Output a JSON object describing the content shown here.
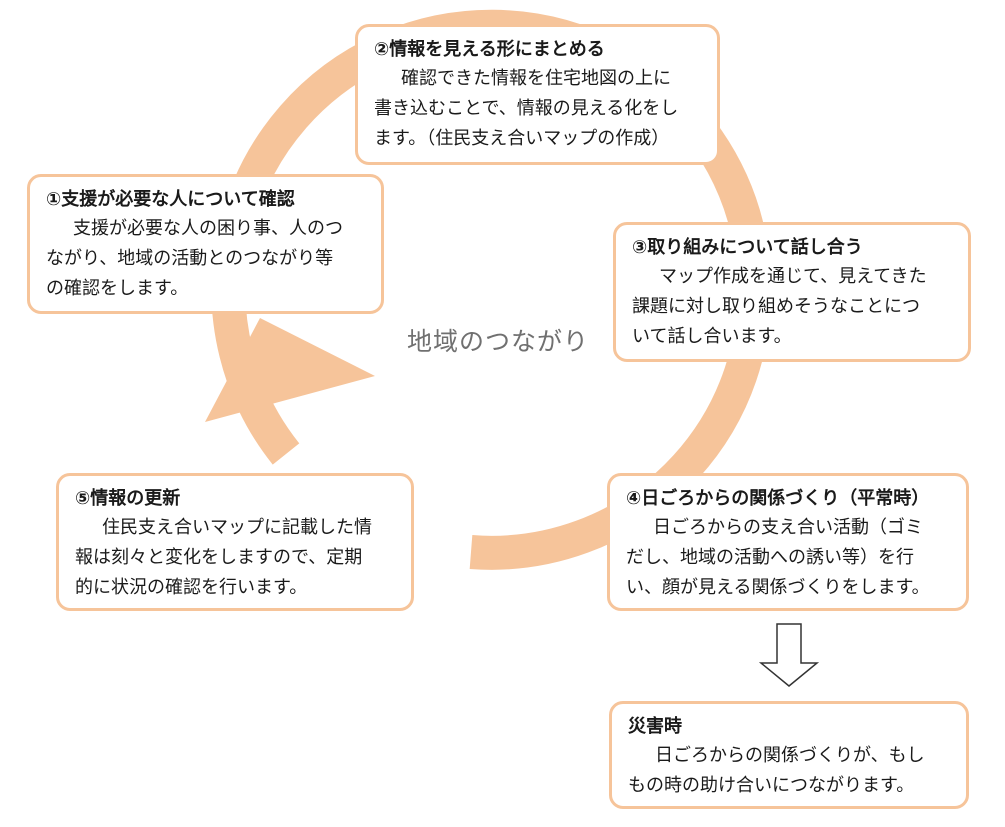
{
  "diagram": {
    "center_label": "地域のつながり",
    "accent_color": "#f6c49a",
    "steps": [
      {
        "title": "①支援が必要な人について確認",
        "body": "支援が必要な人の困り事、人のつ\nながり、地域の活動とのつながり等\nの確認をします。"
      },
      {
        "title": "②情報を見える形にまとめる",
        "body": "確認できた情報を住宅地図の上に\n書き込むことで、情報の見える化をし\nます。（住民支え合いマップの作成）"
      },
      {
        "title": "③取り組みについて話し合う",
        "body": "マップ作成を通じて、見えてきた\n課題に対し取り組めそうなことにつ\nいて話し合います。"
      },
      {
        "title": "④日ごろからの関係づくり（平常時）",
        "body": "日ごろからの支え合い活動（ゴミ\nだし、地域の活動への誘い等）を行\nい、顔が見える関係づくりをします。"
      },
      {
        "title": "⑤情報の更新",
        "body": "住民支え合いマップに記載した情\n報は刻々と変化をしますので、定期\n的に状況の確認を行います。"
      }
    ],
    "disaster": {
      "title": "災害時",
      "body": "日ごろからの関係づくりが、もし\nもの時の助け合いにつながります。"
    }
  }
}
